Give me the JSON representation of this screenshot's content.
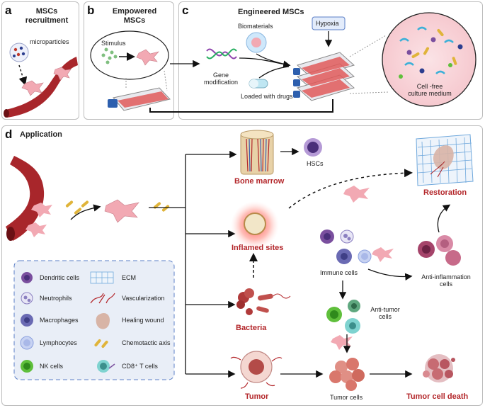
{
  "panel_a": {
    "letter": "a",
    "title_l1": "MSCs",
    "title_l2": "recruitment",
    "microparticles": "microparticles"
  },
  "panel_b": {
    "letter": "b",
    "title_l1": "Empowered",
    "title_l2": "MSCs",
    "stimulus": "Stimulus"
  },
  "panel_c": {
    "letter": "c",
    "title": "Engineered MSCs",
    "biomaterials": "Biomaterials",
    "hypoxia": "Hypoxia",
    "gene_l1": "Gene",
    "gene_l2": "modification",
    "drugs": "Loaded with drugs",
    "medium_l1": "Cell -free",
    "medium_l2": "culture medium"
  },
  "panel_d": {
    "letter": "d",
    "title": "Application",
    "bone_marrow": "Bone marrow",
    "hscs": "HSCs",
    "restoration": "Restoration",
    "inflamed": "Inflamed sites",
    "immune_cells": "Immune cells",
    "anti_inflam_l1": "Anti-inflammation",
    "anti_inflam_l2": "cells",
    "anti_tumor_l1": "Anti-tumor",
    "anti_tumor_l2": "cells",
    "bacteria": "Bacteria",
    "tumor": "Tumor",
    "tumor_cells": "Tumor cells",
    "tumor_death": "Tumor cell death"
  },
  "legend": {
    "items": [
      {
        "label": "Dendritic cells",
        "icon": "dendritic-cell-icon",
        "color": "#7a4f9e"
      },
      {
        "label": "Neutrophils",
        "icon": "neutrophil-icon",
        "color": "#8a7fc0"
      },
      {
        "label": "Macrophages",
        "icon": "macrophage-icon",
        "color": "#6a6ab3"
      },
      {
        "label": "Lymphocytes",
        "icon": "lymphocyte-icon",
        "color": "#a9b8e8"
      },
      {
        "label": "NK cells",
        "icon": "nk-cell-icon",
        "color": "#5fbf3b"
      },
      {
        "label": "ECM",
        "icon": "ecm-grid-icon",
        "color": "#6fa8dc"
      },
      {
        "label": "Vascularization",
        "icon": "vascularization-icon",
        "color": "#b3262a"
      },
      {
        "label": "Healing wound",
        "icon": "healing-wound-icon",
        "color": "#c9a89a"
      },
      {
        "label": "Chemotactic axis",
        "icon": "chemotactic-axis-icon",
        "color": "#e0b43a"
      },
      {
        "label": "CD8⁺ T cells",
        "icon": "cd8-t-cell-icon",
        "color": "#7fd3d0"
      }
    ]
  },
  "colors": {
    "vessel": "#a8262b",
    "msc": "#f2a9b3",
    "flask": "#e05a5a",
    "panel_border": "#bdbdbd",
    "legend_bg": "#e9eef7"
  }
}
